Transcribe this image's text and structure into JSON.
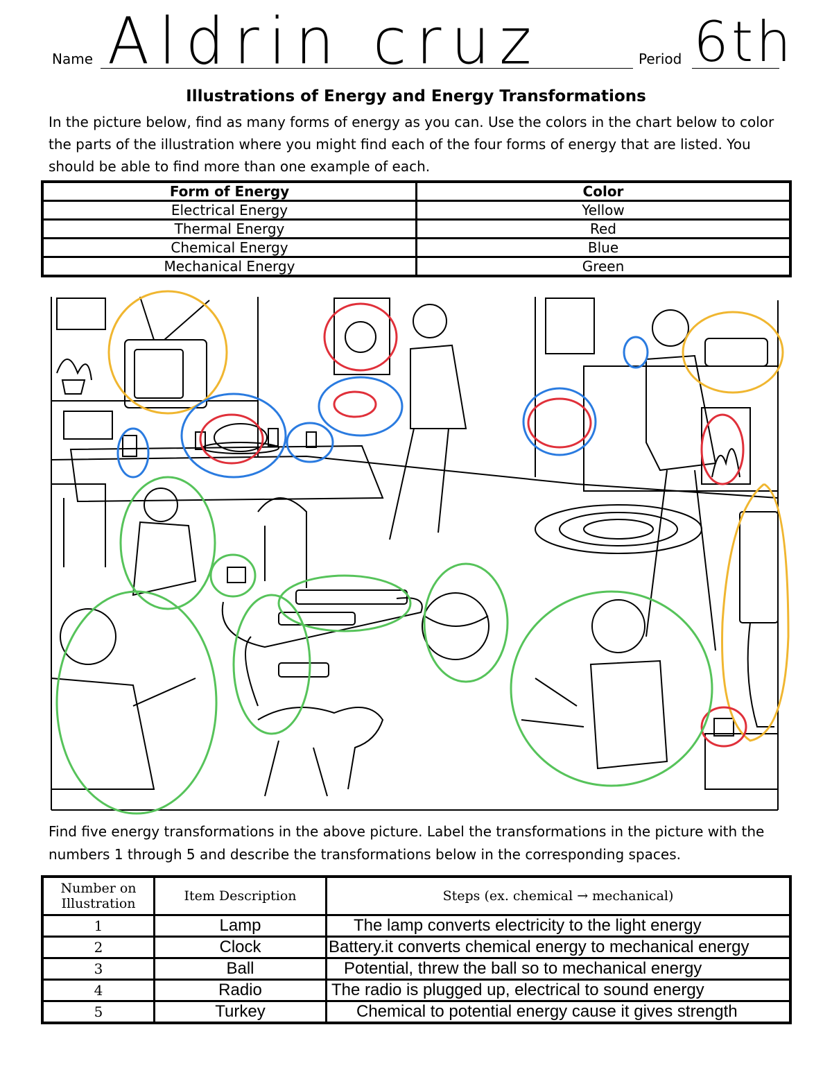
{
  "header": {
    "name_label": "Name",
    "student_name": "Aldrin cruz",
    "period_label": "Period",
    "student_period": "6th"
  },
  "title": "Illustrations of Energy and Energy Transformations",
  "intro": "In the picture below, find as many forms of energy as you can.  Use the colors in the chart below to color the parts of the illustration where you might find each of the four forms of energy that are listed.  You should be able to find more than one example of each.",
  "energy_table": {
    "headers": [
      "Form of Energy",
      "Color"
    ],
    "rows": [
      {
        "form": "Electrical Energy",
        "color": "Yellow"
      },
      {
        "form": "Thermal Energy",
        "color": "Red"
      },
      {
        "form": "Chemical Energy",
        "color": "Blue"
      },
      {
        "form": "Mechanical Energy",
        "color": "Green"
      }
    ]
  },
  "highlight_colors": {
    "yellow": "#f0b630",
    "red": "#e0303a",
    "blue": "#2a7be0",
    "green": "#56c35a"
  },
  "find_text": "Find five energy transformations in the above picture.  Label the transformations in the picture with the numbers 1 through 5 and describe the transformations below in the corresponding spaces.",
  "trans_table": {
    "headers": [
      "Number on Illustration",
      "Item Description",
      "Steps (ex. chemical → mechanical)"
    ],
    "rows": [
      {
        "num": "1",
        "item": "Lamp",
        "steps": "The lamp converts electricity to the light energy"
      },
      {
        "num": "2",
        "item": "Clock",
        "steps": "Battery.it converts chemical energy to mechanical energy"
      },
      {
        "num": "3",
        "item": "Ball",
        "steps": "Potential, threw the ball so to mechanical energy"
      },
      {
        "num": "4",
        "item": "Radio",
        "steps": "The radio is plugged up, electrical to sound energy"
      },
      {
        "num": "5",
        "item": "Turkey",
        "steps": "Chemical to potential energy cause it gives strength"
      }
    ]
  }
}
